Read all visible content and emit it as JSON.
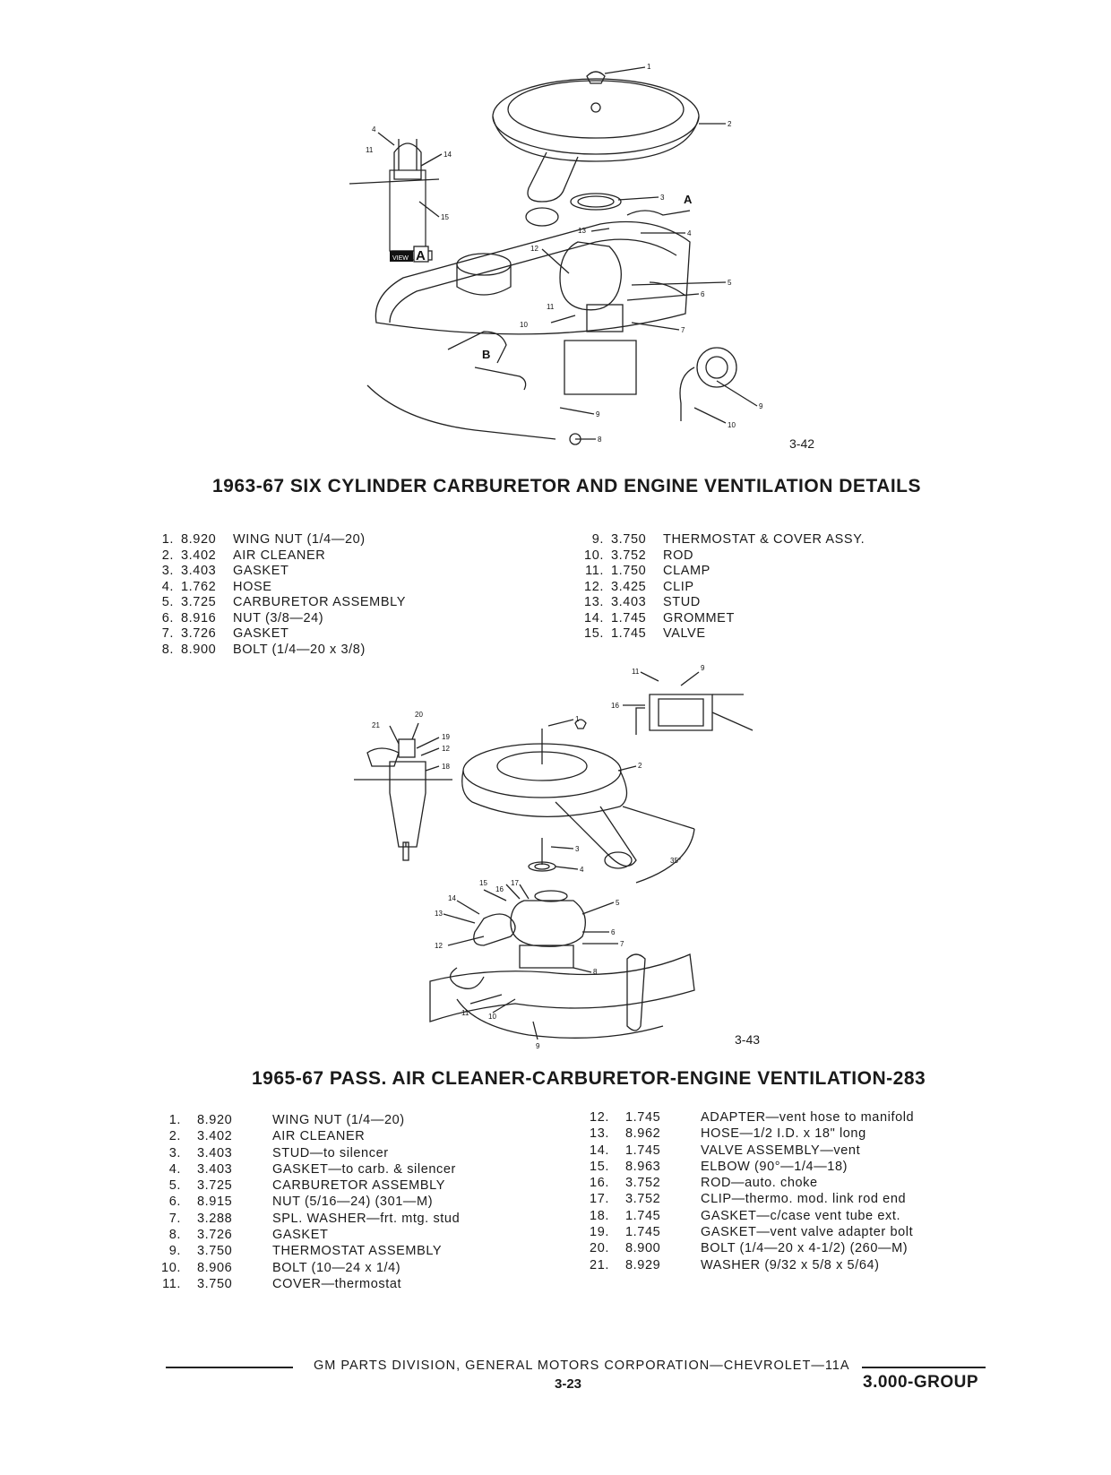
{
  "figure1": {
    "number": "3-42",
    "title": "1963-67 SIX CYLINDER CARBURETOR AND ENGINE VENTILATION DETAILS",
    "view_label": "VIEW",
    "view_letter": "A",
    "callout_a": "A",
    "callout_b": "B",
    "callouts": [
      "1",
      "2",
      "3",
      "4",
      "5",
      "6",
      "7",
      "8",
      "9",
      "10",
      "11",
      "12",
      "13",
      "4",
      "11",
      "14",
      "15",
      "10",
      "9"
    ],
    "parts_left": [
      {
        "n": "1.",
        "p": "8.920",
        "d": "WING NUT (1/4—20)"
      },
      {
        "n": "2.",
        "p": "3.402",
        "d": "AIR CLEANER"
      },
      {
        "n": "3.",
        "p": "3.403",
        "d": "GASKET"
      },
      {
        "n": "4.",
        "p": "1.762",
        "d": "HOSE"
      },
      {
        "n": "5.",
        "p": "3.725",
        "d": "CARBURETOR ASSEMBLY"
      },
      {
        "n": "6.",
        "p": "8.916",
        "d": "NUT (3/8—24)"
      },
      {
        "n": "7.",
        "p": "3.726",
        "d": "GASKET"
      },
      {
        "n": "8.",
        "p": "8.900",
        "d": "BOLT (1/4—20 x 3/8)"
      }
    ],
    "parts_right": [
      {
        "n": "9.",
        "p": "3.750",
        "d": "THERMOSTAT & COVER ASSY."
      },
      {
        "n": "10.",
        "p": "3.752",
        "d": "ROD"
      },
      {
        "n": "11.",
        "p": "1.750",
        "d": "CLAMP"
      },
      {
        "n": "12.",
        "p": "3.425",
        "d": "CLIP"
      },
      {
        "n": "13.",
        "p": "3.403",
        "d": "STUD"
      },
      {
        "n": "14.",
        "p": "1.745",
        "d": "GROMMET"
      },
      {
        "n": "15.",
        "p": "1.745",
        "d": "VALVE"
      }
    ]
  },
  "figure2": {
    "number": "3-43",
    "title": "1965-67 PASS. AIR CLEANER-CARBURETOR-ENGINE VENTILATION-283",
    "angle_label": "35°",
    "callouts": [
      "1",
      "2",
      "3",
      "4",
      "5",
      "6",
      "7",
      "8",
      "9",
      "10",
      "11",
      "12",
      "13",
      "14",
      "15",
      "16",
      "17",
      "18",
      "19",
      "20",
      "21",
      "11",
      "9",
      "16",
      "12"
    ],
    "parts_left": [
      {
        "n": "1.",
        "p": "8.920",
        "d": "WING NUT (1/4—20)"
      },
      {
        "n": "2.",
        "p": "3.402",
        "d": "AIR CLEANER"
      },
      {
        "n": "3.",
        "p": "3.403",
        "d": "STUD—to silencer"
      },
      {
        "n": "4.",
        "p": "3.403",
        "d": "GASKET—to carb. & silencer"
      },
      {
        "n": "5.",
        "p": "3.725",
        "d": "CARBURETOR ASSEMBLY"
      },
      {
        "n": "6.",
        "p": "8.915",
        "d": "NUT (5/16—24) (301—M)"
      },
      {
        "n": "7.",
        "p": "3.288",
        "d": "SPL. WASHER—frt. mtg. stud"
      },
      {
        "n": "8.",
        "p": "3.726",
        "d": "GASKET"
      },
      {
        "n": "9.",
        "p": "3.750",
        "d": "THERMOSTAT ASSEMBLY"
      },
      {
        "n": "10.",
        "p": "8.906",
        "d": "BOLT (10—24 x 1/4)"
      },
      {
        "n": "11.",
        "p": "3.750",
        "d": "COVER—thermostat"
      }
    ],
    "parts_right": [
      {
        "n": "12.",
        "p": "1.745",
        "d": "ADAPTER—vent hose to manifold"
      },
      {
        "n": "13.",
        "p": "8.962",
        "d": "HOSE—1/2 I.D. x 18\" long"
      },
      {
        "n": "14.",
        "p": "1.745",
        "d": "VALVE ASSEMBLY—vent"
      },
      {
        "n": "15.",
        "p": "8.963",
        "d": "ELBOW (90°—1/4—18)"
      },
      {
        "n": "16.",
        "p": "3.752",
        "d": "ROD—auto. choke"
      },
      {
        "n": "17.",
        "p": "3.752",
        "d": "CLIP—thermo. mod. link rod end"
      },
      {
        "n": "18.",
        "p": "1.745",
        "d": "GASKET—c/case vent tube ext."
      },
      {
        "n": "19.",
        "p": "1.745",
        "d": "GASKET—vent valve adapter bolt"
      },
      {
        "n": "20.",
        "p": "8.900",
        "d": "BOLT (1/4—20 x 4-1/2) (260—M)"
      },
      {
        "n": "21.",
        "p": "8.929",
        "d": "WASHER (9/32 x 5/8 x 5/64)"
      }
    ]
  },
  "footer": {
    "text": "GM PARTS DIVISION, GENERAL MOTORS CORPORATION—CHEVROLET—11A",
    "page": "3-23",
    "group": "3.000-GROUP"
  }
}
